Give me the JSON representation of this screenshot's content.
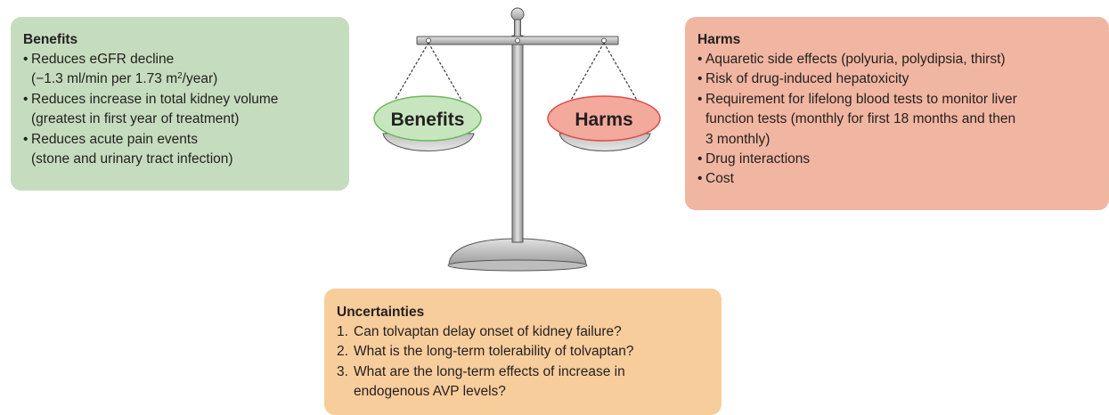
{
  "benefits": {
    "title": "Benefits",
    "items": [
      {
        "lines": [
          "Reduces eGFR decline"
        ],
        "detail_pre": "(−1.3 ml/min per 1.73 m",
        "detail_sup": "2",
        "detail_post": "/year)"
      },
      {
        "lines": [
          "Reduces increase in total kidney volume",
          "(greatest in first year of treatment)"
        ]
      },
      {
        "lines": [
          "Reduces acute pain events",
          "(stone and urinary tract infection)"
        ]
      }
    ]
  },
  "harms": {
    "title": "Harms",
    "items": [
      {
        "lines": [
          "Aquaretic side effects (polyuria, polydipsia, thirst)"
        ]
      },
      {
        "lines": [
          "Risk of drug-induced hepatoxicity"
        ]
      },
      {
        "lines": [
          "Requirement for lifelong blood tests to monitor liver",
          "function tests (monthly for first 18 months and then",
          "3 monthly)"
        ]
      },
      {
        "lines": [
          "Drug interactions"
        ]
      },
      {
        "lines": [
          "Cost"
        ]
      }
    ]
  },
  "uncertainties": {
    "title": "Uncertainties",
    "items": [
      {
        "num": "1.",
        "lines": [
          "Can tolvaptan delay onset of kidney failure?"
        ]
      },
      {
        "num": "2.",
        "lines": [
          "What is the long-term tolerability of tolvaptan?"
        ]
      },
      {
        "num": "3.",
        "lines": [
          "What are the long-term effects of increase in",
          "endogenous AVP levels?"
        ]
      }
    ]
  },
  "scale": {
    "left_pan_label": "Benefits",
    "right_pan_label": "Harms",
    "left_pan_color": "#c7e6c0",
    "left_pan_border": "#6cb85a",
    "right_pan_color": "#f3a99b",
    "right_pan_border": "#d94f4a",
    "metal_color": "#c8c8c8"
  }
}
